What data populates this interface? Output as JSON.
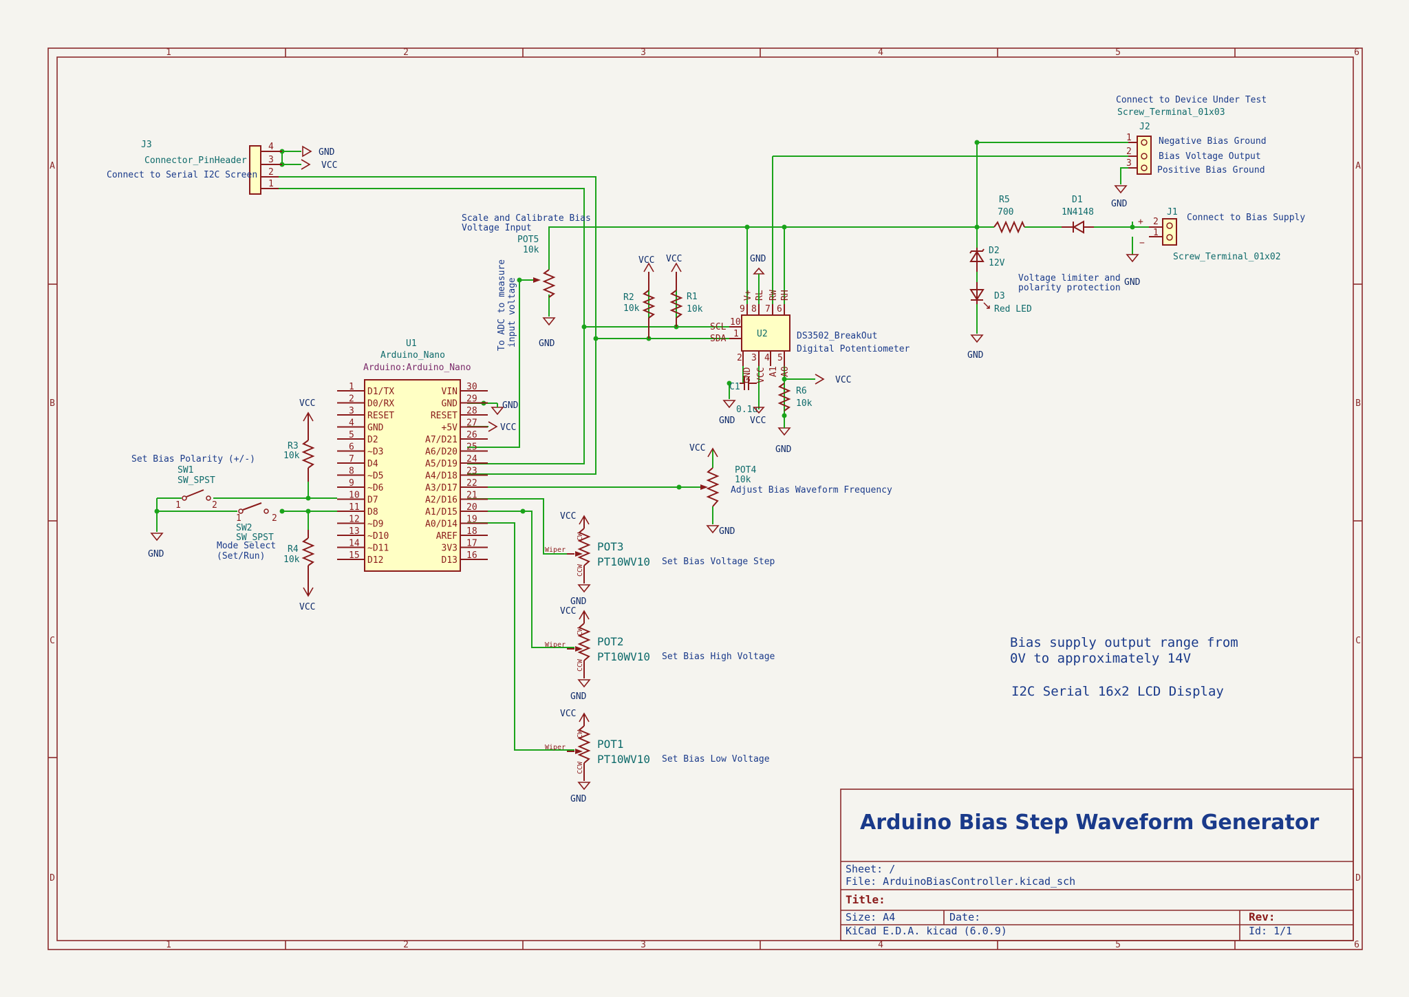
{
  "frame": {
    "col_labels": [
      "1",
      "2",
      "3",
      "4",
      "5",
      "6"
    ],
    "row_labels": [
      "A",
      "B",
      "C",
      "D"
    ]
  },
  "title_block": {
    "project_title": "Arduino Bias Step Waveform Generator",
    "sheet": "Sheet: /",
    "file": "File: ArduinoBiasController.kicad_sch",
    "title_label": "Title:",
    "size": "Size: A4",
    "date": "Date:",
    "rev": "Rev:",
    "tool": "KiCad E.D.A.  kicad (6.0.9)",
    "id": "Id: 1/1"
  },
  "notes": {
    "range_line1": "Bias supply output range from",
    "range_line2": "0V to approximately 14V",
    "lcd": "I2C Serial 16x2 LCD Display",
    "scale_cal_1": "Scale and Calibrate Bias",
    "scale_cal_2": "Voltage Input",
    "adc_1": "To ADC to measure",
    "adc_2": "input voltage",
    "limiter_1": "Voltage limiter and",
    "limiter_2": "polarity protection",
    "connect_screen": "Connect to Serial I2C Screen",
    "connect_dut": "Connect to Device Under Test",
    "connect_supply": "Connect to Bias Supply",
    "polarity": "Set Bias Polarity (+/-)",
    "mode_1": "Mode Select",
    "mode_2": "(Set/Run)"
  },
  "power": {
    "gnd": "GND",
    "vcc": "VCC",
    "plus5v": "+5V"
  },
  "components": {
    "j3": {
      "ref": "J3",
      "value": "Connector_PinHeader",
      "pins": [
        "4",
        "3",
        "2",
        "1"
      ]
    },
    "j2": {
      "ref": "J2",
      "value": "Screw_Terminal_01x03",
      "pins": [
        "1",
        "2",
        "3"
      ],
      "labels": [
        "Negative Bias Ground",
        "Bias Voltage Output",
        "Positive Bias Ground"
      ]
    },
    "j1": {
      "ref": "J1",
      "value": "Screw_Terminal_01x02",
      "pins": [
        "2",
        "1"
      ],
      "plus": "+",
      "minus": "−"
    },
    "u1": {
      "ref": "U1",
      "value": "Arduino_Nano",
      "footprint": "Arduino:Arduino_Nano",
      "left_nums": [
        "1",
        "2",
        "3",
        "4",
        "5",
        "6",
        "7",
        "8",
        "9",
        "10",
        "11",
        "12",
        "13",
        "14",
        "15"
      ],
      "left_names": [
        "D1/TX",
        "D0/RX",
        "RESET",
        "GND",
        "D2",
        "~D3",
        "D4",
        "~D5",
        "~D6",
        "D7",
        "D8",
        "~D9",
        "~D10",
        "~D11",
        "D12"
      ],
      "right_nums": [
        "30",
        "29",
        "28",
        "27",
        "26",
        "25",
        "24",
        "23",
        "22",
        "21",
        "20",
        "19",
        "18",
        "17",
        "16"
      ],
      "right_names": [
        "VIN",
        "GND",
        "RESET",
        "+5V",
        "A7/D21",
        "A6/D20",
        "A5/D19",
        "A4/D18",
        "A3/D17",
        "A2/D16",
        "A1/D15",
        "A0/D14",
        "AREF",
        "3V3",
        "D13"
      ]
    },
    "u2": {
      "ref": "U2",
      "value": "DS3502_BreakOut",
      "desc": "Digital Potentiometer",
      "top_pins": [
        "V+",
        "RL",
        "RW",
        "RH"
      ],
      "top_nums": [
        "9",
        "8",
        "7",
        "6"
      ],
      "bottom_pins": [
        "GND",
        "VCC",
        "A1",
        "A0"
      ],
      "bottom_nums": [
        "2",
        "3",
        "4",
        "5"
      ],
      "left_pins": [
        "SCL",
        "SDA"
      ],
      "left_nums": [
        "10",
        "1"
      ]
    },
    "r1": {
      "ref": "R1",
      "value": "10k"
    },
    "r2": {
      "ref": "R2",
      "value": "10k"
    },
    "r3": {
      "ref": "R3",
      "value": "10k"
    },
    "r4": {
      "ref": "R4",
      "value": "10k"
    },
    "r5": {
      "ref": "R5",
      "value": "700"
    },
    "r6": {
      "ref": "R6",
      "value": "10k"
    },
    "c1": {
      "ref": "C1",
      "value": "0.1u"
    },
    "d1": {
      "ref": "D1",
      "value": "1N4148"
    },
    "d2": {
      "ref": "D2",
      "value": "12V"
    },
    "d3": {
      "ref": "D3",
      "value": "Red LED"
    },
    "sw1": {
      "ref": "SW1",
      "value": "SW_SPST"
    },
    "sw2": {
      "ref": "SW2",
      "value": "SW_SPST"
    },
    "pot5": {
      "ref": "POT5",
      "value": "10k"
    },
    "pot4": {
      "ref": "POT4",
      "value": "10k",
      "desc": "Adjust Bias Waveform Frequency"
    },
    "pot3": {
      "ref": "POT3",
      "value": "PT10WV10",
      "desc": "Set Bias Voltage Step"
    },
    "pot2": {
      "ref": "POT2",
      "value": "PT10WV10",
      "desc": "Set Bias High Voltage"
    },
    "pot1": {
      "ref": "POT1",
      "value": "PT10WV10",
      "desc": "Set Bias Low Voltage"
    },
    "pot_pins": {
      "wiper": "Wiper",
      "cw": "CW",
      "ccw": "CCW"
    }
  }
}
